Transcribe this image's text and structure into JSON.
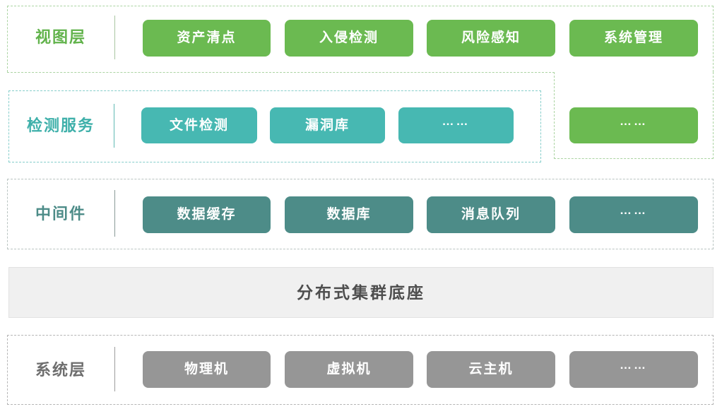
{
  "colors": {
    "green_block": "#6bba51",
    "teal_block": "#47b8b2",
    "dark_teal_block": "#4d8c88",
    "gray_block": "#969696",
    "green_border": "#abd4a2",
    "teal_border": "#86cecb",
    "gray_green_border": "#b9c4c1",
    "gray_border": "#b5b5b5",
    "base_bar_bg": "#f0f0f0",
    "base_bar_text": "#4e4e4e"
  },
  "layers": {
    "view": {
      "label": "视图层",
      "items": [
        "资产清点",
        "入侵检测",
        "风险感知",
        "系统管理"
      ],
      "more": "……"
    },
    "detection": {
      "label": "检测服务",
      "items": [
        "文件检测",
        "漏洞库",
        "……"
      ]
    },
    "middleware": {
      "label": "中间件",
      "items": [
        "数据缓存",
        "数据库",
        "消息队列",
        "……"
      ]
    },
    "base": {
      "title": "分布式集群底座"
    },
    "system": {
      "label": "系统层",
      "items": [
        "物理机",
        "虚拟机",
        "云主机",
        "……"
      ]
    }
  }
}
